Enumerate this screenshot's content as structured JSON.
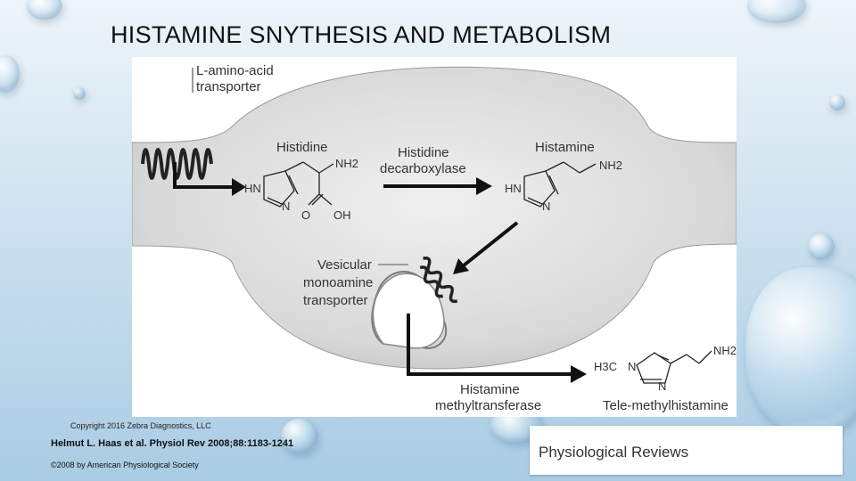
{
  "title": "HISTAMINE SNYTHESIS AND METABOLISM",
  "diagram": {
    "transporter_line1": "L-amino-acid",
    "transporter_line2": "transporter",
    "histidine": "Histidine",
    "enzyme1_line1": "Histidine",
    "enzyme1_line2": "decarboxylase",
    "histamine": "Histamine",
    "vmat_line1": "Vesicular",
    "vmat_line2": "monoamine",
    "vmat_line3": "transporter",
    "enzyme2_line1": "Histamine",
    "enzyme2_line2": "methyltransferase",
    "product": "Tele-methylhistamine",
    "atoms": {
      "hn": "HN",
      "n": "N",
      "nh2": "NH2",
      "o": "O",
      "oh": "OH",
      "h3c": "H3C"
    }
  },
  "copyright": "Copyright 2016 Zebra Diagnostics, LLC",
  "citation": "Helmut L. Haas et al. Physiol Rev 2008;88:1183-1241",
  "society": "©2008 by American Physiological Society",
  "journal": "Physiological Reviews"
}
